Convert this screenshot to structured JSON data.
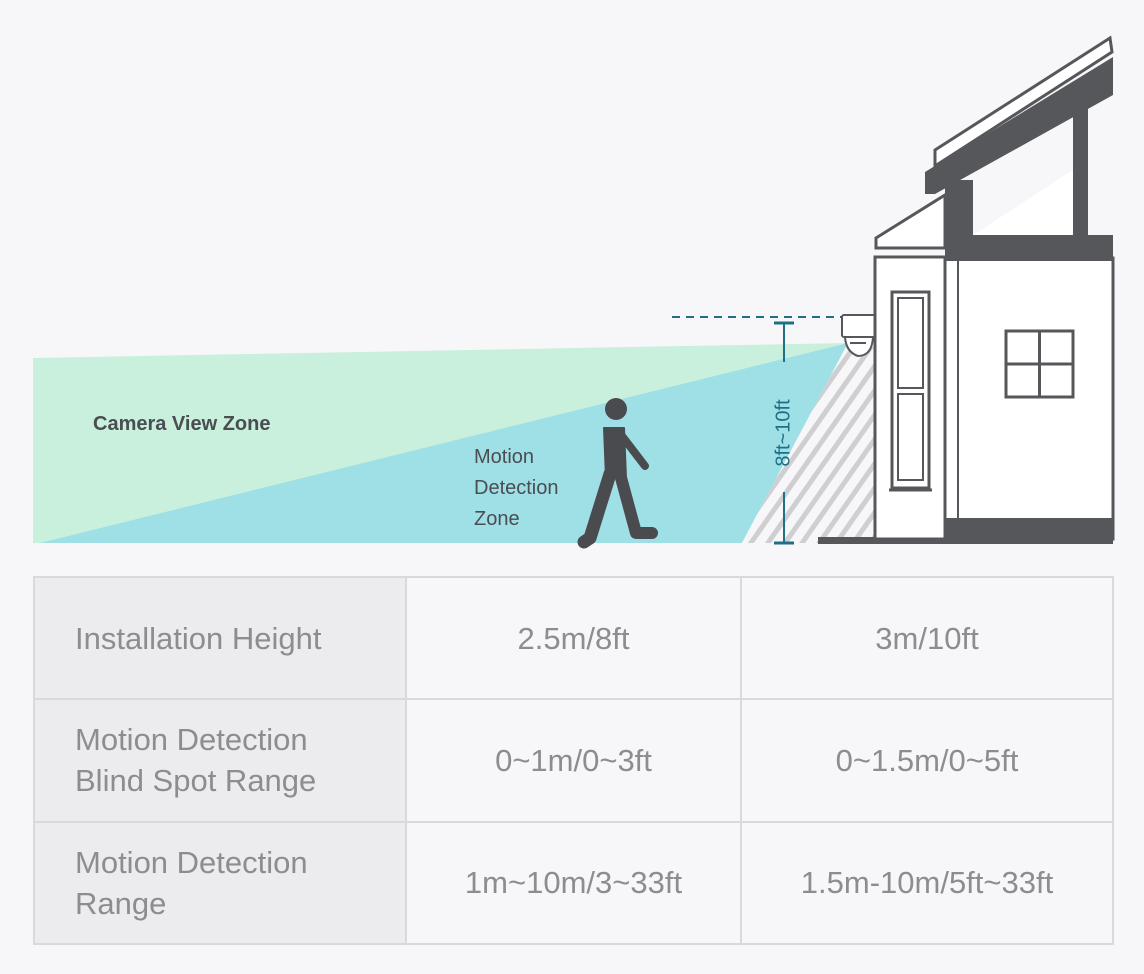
{
  "diagram": {
    "camera_view_zone_label": "Camera View Zone",
    "motion_zone_label_lines": [
      "Motion",
      "Detection",
      "Zone"
    ],
    "height_label": "8ft~10ft",
    "colors": {
      "camera_view_zone": "#c8f0dc",
      "motion_detection_zone": "#9ee0e6",
      "house": "#56575a",
      "height_marker": "#1f6f86",
      "person": "#4a4b4e"
    }
  },
  "table": {
    "rows": [
      {
        "label": "Installation Height",
        "values": [
          "2.5m/8ft",
          "3m/10ft"
        ]
      },
      {
        "label": "Motion Detection Blind Spot Range",
        "values": [
          "0~1m/0~3ft",
          "0~1.5m/0~5ft"
        ]
      },
      {
        "label": "Motion Detection Range",
        "values": [
          "1m~10m/3~33ft",
          "1.5m-10m/5ft~33ft"
        ]
      }
    ]
  }
}
